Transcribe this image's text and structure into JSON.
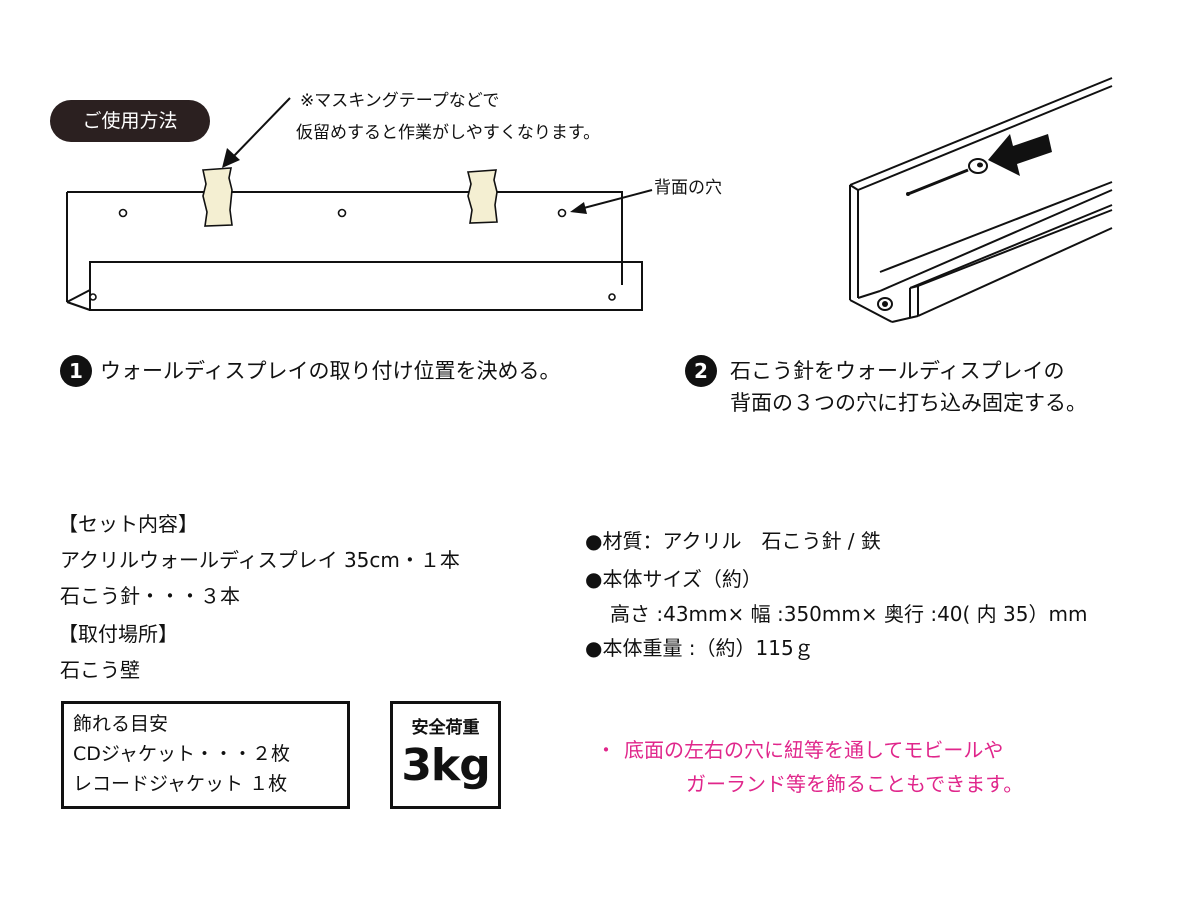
{
  "usage": {
    "label": "ご使用方法",
    "tape_note_line1": "※マスキングテープなどで",
    "tape_note_line2": "仮留めすると作業がしやすくなります。",
    "hole_note": "背面の穴"
  },
  "steps": [
    {
      "num": "1",
      "text": "ウォールディスプレイの取り付け位置を決める。"
    },
    {
      "num": "2",
      "line1": "石こう針をウォールディスプレイの",
      "line2": "背面の３つの穴に打ち込み固定する。"
    }
  ],
  "contents": {
    "set_heading": "【セット内容】",
    "set_item1": "アクリルウォールディスプレイ 35cm・１本",
    "set_item2": "石こう針・・・３本",
    "place_heading": "【取付場所】",
    "place_value": "石こう壁"
  },
  "guide_box": {
    "title": "飾れる目安",
    "line1": "CDジャケット・・・２枚",
    "line2": "レコードジャケット １枚"
  },
  "load_box": {
    "title": "安全荷重",
    "value": "3kg"
  },
  "specs": {
    "material": "●材質：アクリル　石こう針 / 鉄",
    "size_heading": "●本体サイズ（約）",
    "size_value": "高さ :43mm× 幅 :350mm× 奥行 :40( 内 35）mm",
    "weight": "●本体重量 :（約）115ｇ"
  },
  "pink_note": {
    "bullet": "・",
    "line1": "底面の左右の穴に紐等を通してモビールや",
    "line2": "ガーランド等を飾ることもできます。"
  },
  "colors": {
    "accent_pink": "#e0268b",
    "pill_bg": "#2b2020",
    "tape": "#f4efd2"
  }
}
